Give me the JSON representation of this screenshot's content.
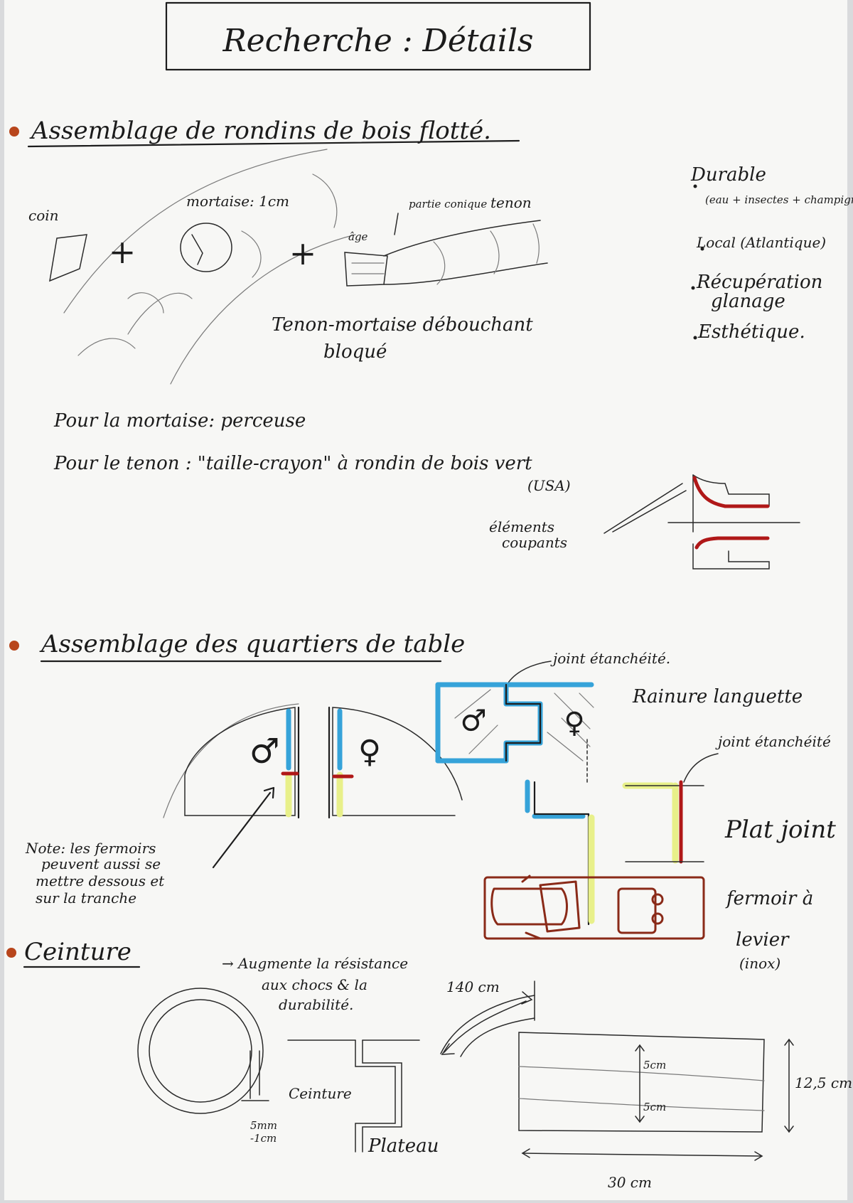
{
  "title": "Recherche : Détails",
  "colors": {
    "paper": "#f7f7f5",
    "ink": "#1d1d1d",
    "bullet": "#b8461c",
    "red": "#b01818",
    "blue": "#36a3d9",
    "brown": "#8a2a18",
    "yellow": "#e8f08a"
  },
  "section1": {
    "heading": "Assemblage de rondins de bois flotté.",
    "labels": {
      "coin": "coin",
      "mortaise": "mortaise: 1cm",
      "partie_conique": "partie conique",
      "tenon": "tenon",
      "angle": "âge"
    },
    "caption_line1": "Tenon-mortaise débouchant",
    "caption_line2": "bloqué",
    "benefits": [
      "Durable",
      "(eau + insectes + champignons)",
      "Local (Atlantique)",
      "Récupération",
      "glanage",
      "Esthétique."
    ],
    "tools_line1": "Pour la mortaise: perceuse",
    "tools_line2": "Pour le tenon : \"taille-crayon\" à rondin de bois vert",
    "usa": "(USA)",
    "cutting_line1": "éléments",
    "cutting_line2": "coupants"
  },
  "section2": {
    "heading": "Assemblage des quartiers de table",
    "joint_label_1": "joint étanchéité.",
    "rainure": "Rainure languette",
    "joint_label_2": "joint étanchéité",
    "plat_joint": "Plat joint",
    "fermoir_line1": "fermoir à",
    "fermoir_line2": "levier",
    "fermoir_line3": "(inox)",
    "note_lines": [
      "Note: les fermoirs",
      "peuvent aussi se",
      "mettre dessous et",
      "sur la tranche"
    ],
    "male": "♂",
    "female": "♀"
  },
  "section3": {
    "heading": "Ceinture",
    "benefit_line1": "→ Augmente la résistance",
    "benefit_line2": "aux chocs & la",
    "benefit_line3": "durabilité.",
    "length": "140 cm",
    "ceinture": "Ceinture",
    "plateau": "Plateau",
    "thickness_line1": "5mm",
    "thickness_line2": "-1cm",
    "dim_5a": "5cm",
    "dim_5b": "5cm",
    "dim_height": "12,5 cm",
    "dim_width": "30 cm"
  }
}
